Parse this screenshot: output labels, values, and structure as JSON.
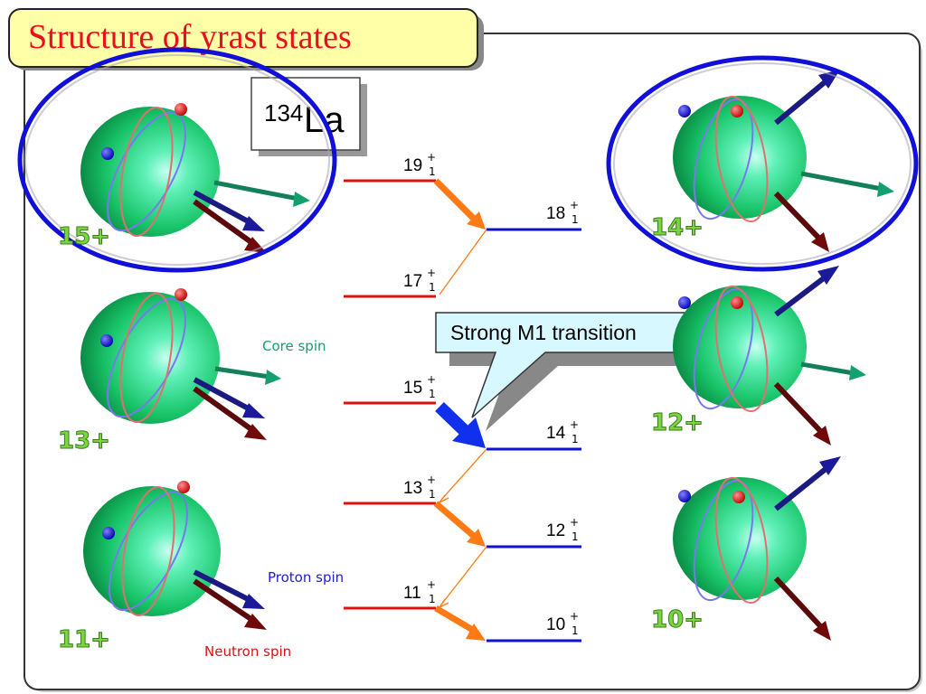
{
  "title": "Structure of yrast states",
  "isotope": {
    "mass": "134",
    "symbol": "La"
  },
  "levels_left": [
    {
      "j": "19",
      "sub": "1",
      "sup": "+"
    },
    {
      "j": "17",
      "sub": "1",
      "sup": "+"
    },
    {
      "j": "15",
      "sub": "1",
      "sup": "+"
    },
    {
      "j": "13",
      "sub": "1",
      "sup": "+"
    },
    {
      "j": "11",
      "sub": "1",
      "sup": "+"
    }
  ],
  "levels_right": [
    {
      "j": "18",
      "sub": "1",
      "sup": "+"
    },
    {
      "j": "14",
      "sub": "1",
      "sup": "+"
    },
    {
      "j": "12",
      "sub": "1",
      "sup": "+"
    },
    {
      "j": "10",
      "sub": "1",
      "sup": "+"
    }
  ],
  "callout": "Strong M1 transition",
  "labels": {
    "core_spin": "Core spin",
    "proton_spin": "Proton spin",
    "neutron_spin": "Neutron spin"
  },
  "state_labels_left": [
    "15+",
    "13+",
    "11+"
  ],
  "state_labels_right": [
    "14+",
    "12+",
    "10+"
  ],
  "colors": {
    "title_text": "#e8101e",
    "title_bg": "#ffffa8",
    "signature_a": "#e01010",
    "signature_b": "#1010d0",
    "transition": "#ff7a12",
    "m1_arrow": "#1030ee",
    "core_spin": "#14a06e",
    "proton_spin": "#2020d0",
    "neutron_spin": "#e01010",
    "state_label": "#7ad640",
    "nucleus": "#1ec86e",
    "highlight_ellipse": "#1010d8",
    "callout_bg": "#d8f8ff"
  }
}
